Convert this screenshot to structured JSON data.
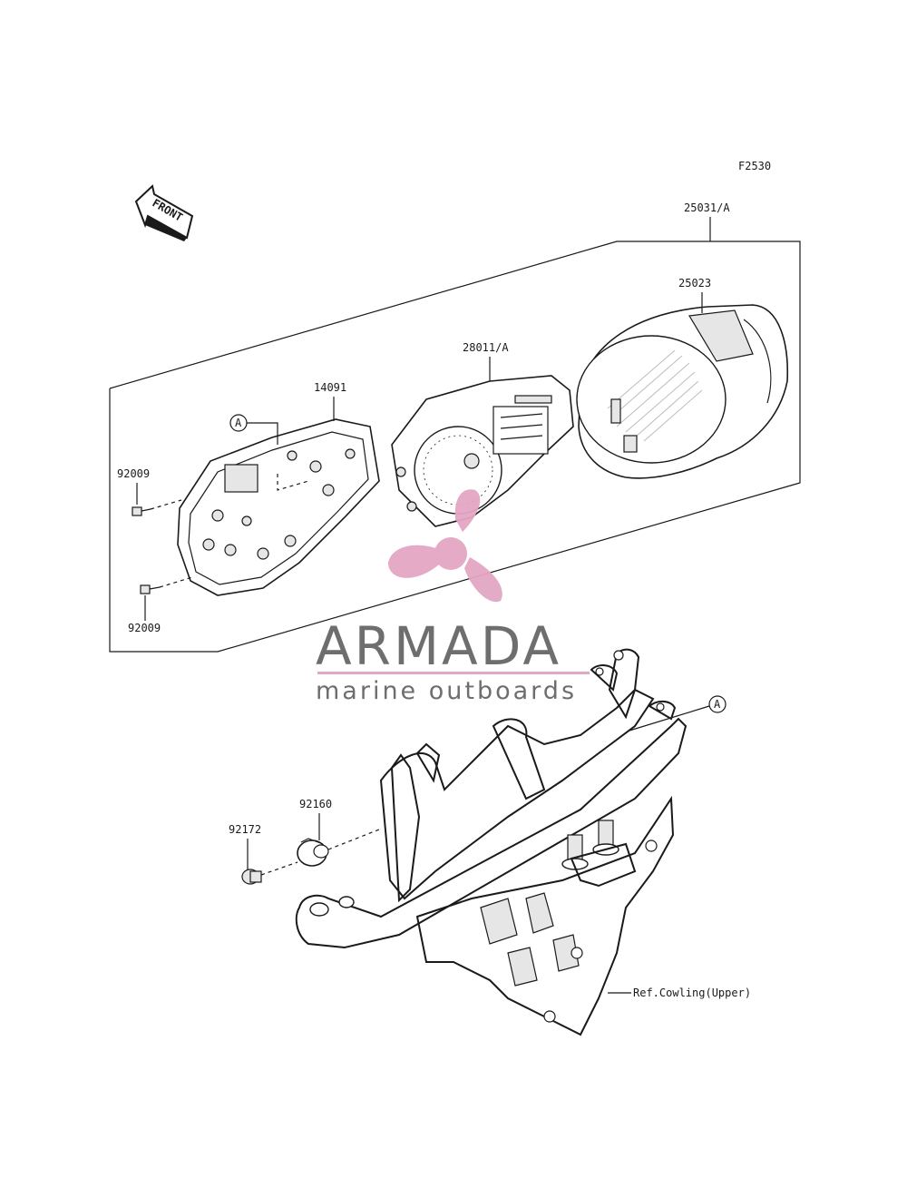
{
  "figure_code": "F2530",
  "front_label": "FRONT",
  "callouts": [
    {
      "id": "25031-a",
      "text": "25031/A"
    },
    {
      "id": "25023",
      "text": "25023"
    },
    {
      "id": "28011-a",
      "text": "28011/A"
    },
    {
      "id": "14091",
      "text": "14091"
    },
    {
      "id": "92009-top",
      "text": "92009"
    },
    {
      "id": "92009-bottom",
      "text": "92009"
    },
    {
      "id": "92160",
      "text": "92160"
    },
    {
      "id": "92172",
      "text": "92172"
    },
    {
      "id": "ref-cowling",
      "text": "Ref.Cowling(Upper)"
    }
  ],
  "reference_markers": {
    "top": "A",
    "right": "A"
  },
  "watermark": {
    "title": "ARMADA",
    "subtitle": "marine outboards",
    "colors": {
      "text": "#6e6e6e",
      "accent": "#e3a6c4"
    }
  }
}
